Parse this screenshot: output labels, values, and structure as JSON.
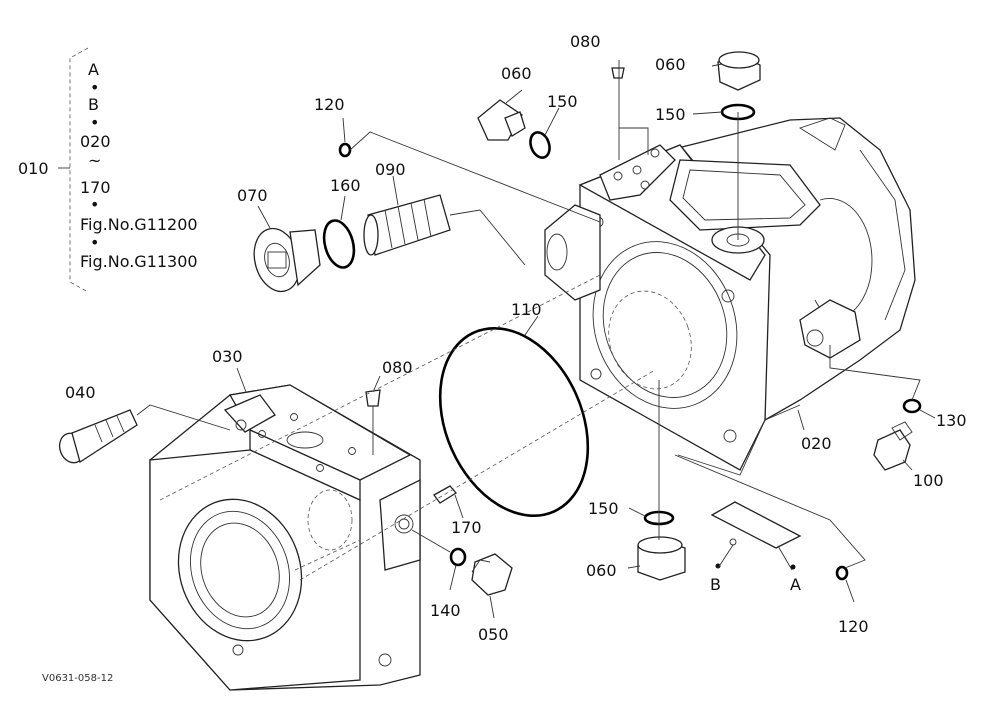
{
  "kit": {
    "number": "010",
    "items": [
      "A",
      "•",
      "B",
      "•",
      "020",
      "~",
      "170",
      "•",
      "Fig.No.G11200",
      "•",
      "Fig.No.G11300"
    ]
  },
  "parts": {
    "p080_top": "080",
    "p060_topleft": "060",
    "p060_topright": "060",
    "p150_top": "150",
    "p150_right": "150",
    "p120_top": "120",
    "p160": "160",
    "p090": "090",
    "p070": "070",
    "p110": "110",
    "p030": "030",
    "p080_mid": "080",
    "p040": "040",
    "p130": "130",
    "p020": "020",
    "p100": "100",
    "p170": "170",
    "p150_bottom": "150",
    "p060_bottom": "060",
    "pB": "B",
    "pA": "A",
    "p140": "140",
    "p050": "050",
    "p120_bottom": "120"
  },
  "figure_code": "V0631-058-12"
}
